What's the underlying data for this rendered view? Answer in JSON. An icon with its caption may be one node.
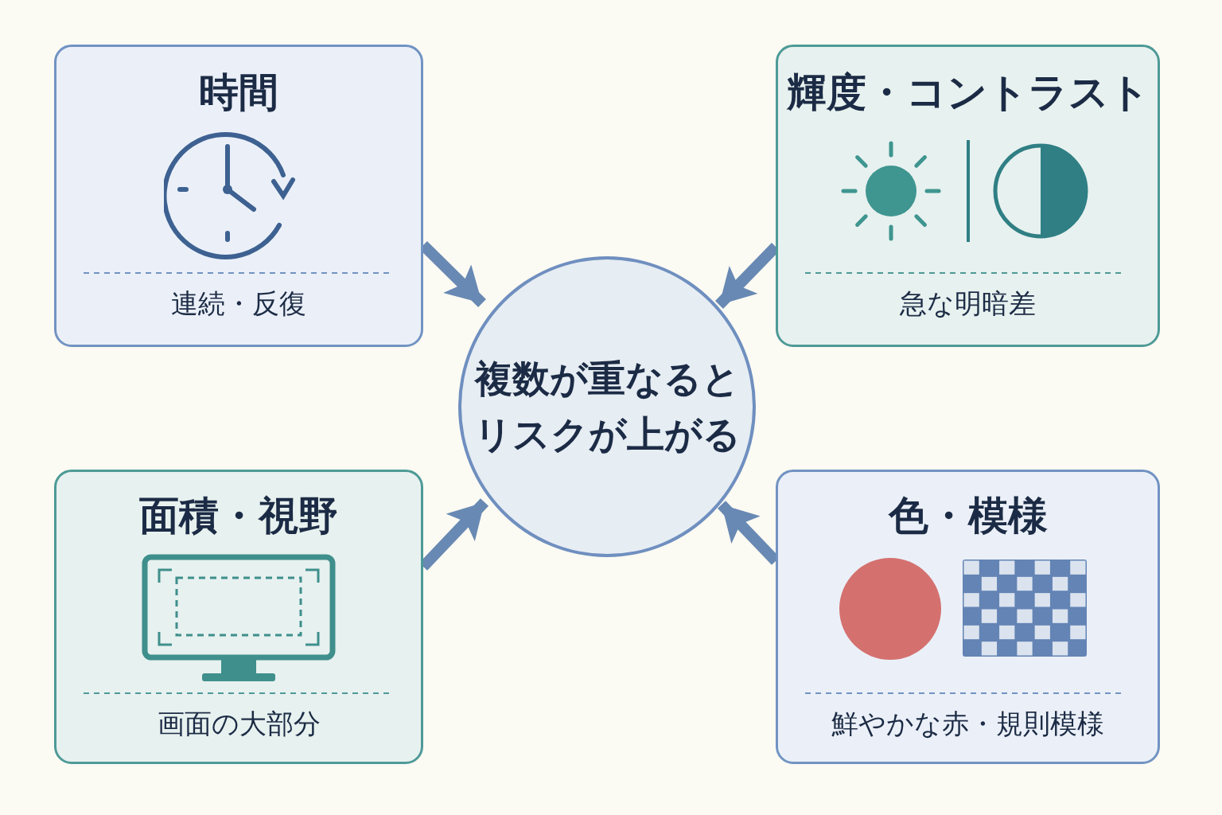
{
  "diagram": {
    "nodes": [
      {
        "text": [
          "時間",
          "連続・反復"
        ]
      },
      {
        "text": [
          "輝度・コントラスト",
          "急な明暗差"
        ]
      },
      {
        "text": [
          "複数が重なるとリスクが上がる"
        ]
      },
      {
        "text": [
          "面積・視野",
          "画面の大部分"
        ]
      },
      {
        "text": [
          "色・模様",
          "鮮やかな赤・規則模様"
        ]
      }
    ],
    "edges": [
      {
        "from": 0,
        "to": 2,
        "arrow": "to"
      },
      {
        "from": 1,
        "to": 2,
        "arrow": "to"
      },
      {
        "from": 3,
        "to": 2,
        "arrow": "to"
      },
      {
        "from": 4,
        "to": 2,
        "arrow": "to"
      }
    ]
  }
}
